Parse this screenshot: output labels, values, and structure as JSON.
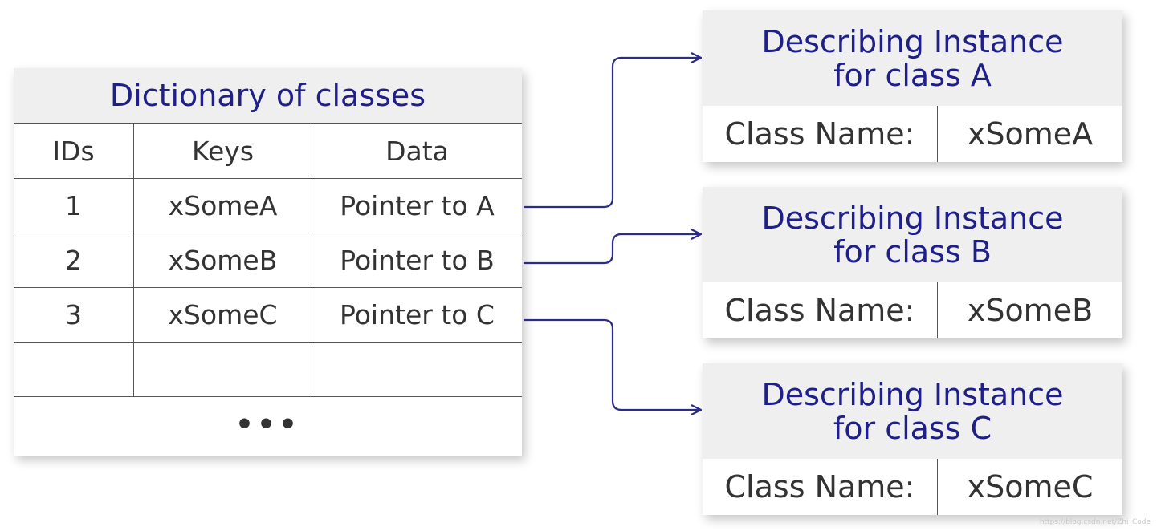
{
  "dictionary": {
    "title": "Dictionary of classes",
    "headers": [
      "IDs",
      "Keys",
      "Data"
    ],
    "rows": [
      [
        "1",
        "xSomeA",
        "Pointer to A"
      ],
      [
        "2",
        "xSomeB",
        "Pointer to B"
      ],
      [
        "3",
        "xSomeC",
        "Pointer to C"
      ],
      [
        "",
        "",
        ""
      ]
    ],
    "more": "•••"
  },
  "instances": [
    {
      "title_line1": "Describing Instance",
      "title_line2": "for class A",
      "key": "Class Name:",
      "value": "xSomeA"
    },
    {
      "title_line1": "Describing Instance",
      "title_line2": "for class B",
      "key": "Class Name:",
      "value": "xSomeB"
    },
    {
      "title_line1": "Describing Instance",
      "title_line2": "for class C",
      "key": "Class Name:",
      "value": "xSomeC"
    }
  ],
  "colors": {
    "accent_text": "#1f1f8a",
    "arrow": "#2b2b8c",
    "header_bg": "#efefef"
  },
  "watermark": "https://blog.csdn.net/Zhi_Code"
}
